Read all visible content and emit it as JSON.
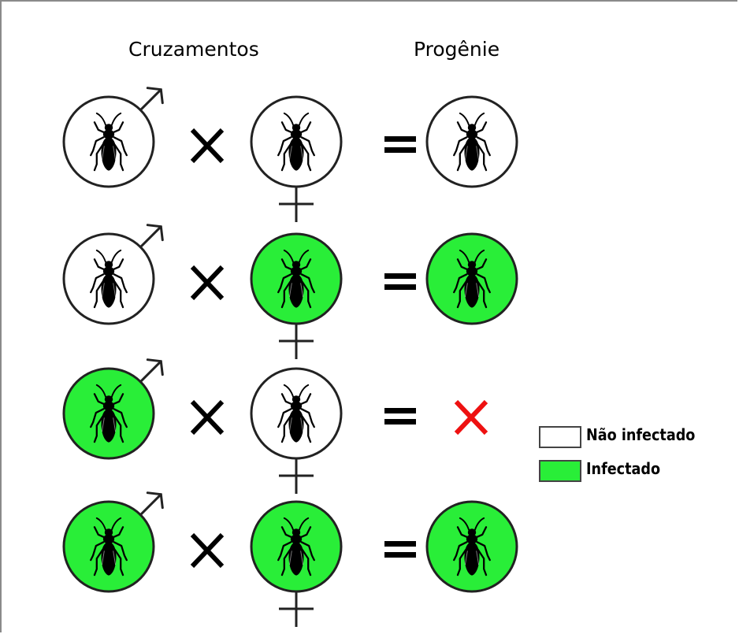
{
  "headings": {
    "crosses": "Cruzamentos",
    "progeny": "Progênie"
  },
  "colors": {
    "uninfected": "#ffffff",
    "infected": "#29ee38",
    "outline": "#222222",
    "no_progeny_mark": "#ee1111"
  },
  "crosses": [
    {
      "male": "uninfected",
      "female": "uninfected",
      "progeny": "uninfected"
    },
    {
      "male": "uninfected",
      "female": "infected",
      "progeny": "infected"
    },
    {
      "male": "infected",
      "female": "uninfected",
      "progeny": "none"
    },
    {
      "male": "infected",
      "female": "infected",
      "progeny": "infected"
    }
  ],
  "symbols": {
    "cross": "x-mark-icon",
    "equals": "equals-icon",
    "male": "male-symbol-icon",
    "female": "female-symbol-icon",
    "none": "red-x-icon",
    "insect": "insect-icon"
  },
  "legend": [
    {
      "label": "Não infectado",
      "status": "uninfected"
    },
    {
      "label": "Infectado",
      "status": "infected"
    }
  ]
}
